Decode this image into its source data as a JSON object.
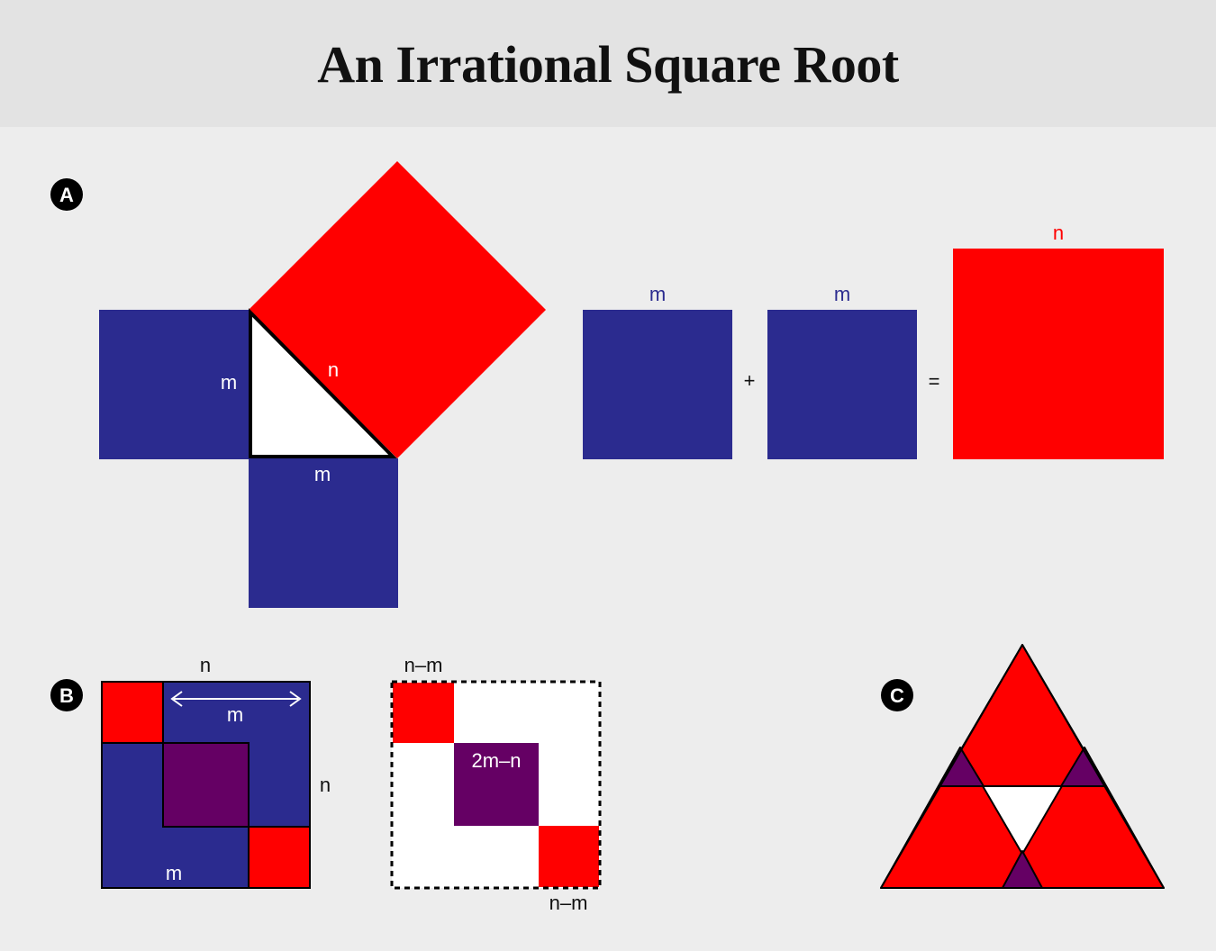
{
  "title": "An Irrational Square Root",
  "colors": {
    "blue": "#2b2b8f",
    "red": "#ff0000",
    "purple": "#650064",
    "white": "#ffffff",
    "black": "#000000",
    "background": "#ededed",
    "header_bg": "#e3e3e3"
  },
  "panel_a": {
    "badge": "A",
    "triangle_leg_left": "m",
    "triangle_hypotenuse": "n",
    "triangle_leg_bottom": "m",
    "eq_square1_label": "m",
    "eq_square2_label": "m",
    "eq_square3_label": "n",
    "plus": "+",
    "equals": "="
  },
  "panel_b": {
    "badge": "B",
    "left_top": "n",
    "left_arrow": "m",
    "left_right": "n",
    "left_bottom": "m",
    "right_top": "n–m",
    "right_center": "2m–n",
    "right_bottom": "n–m"
  },
  "panel_c": {
    "badge": "C"
  }
}
